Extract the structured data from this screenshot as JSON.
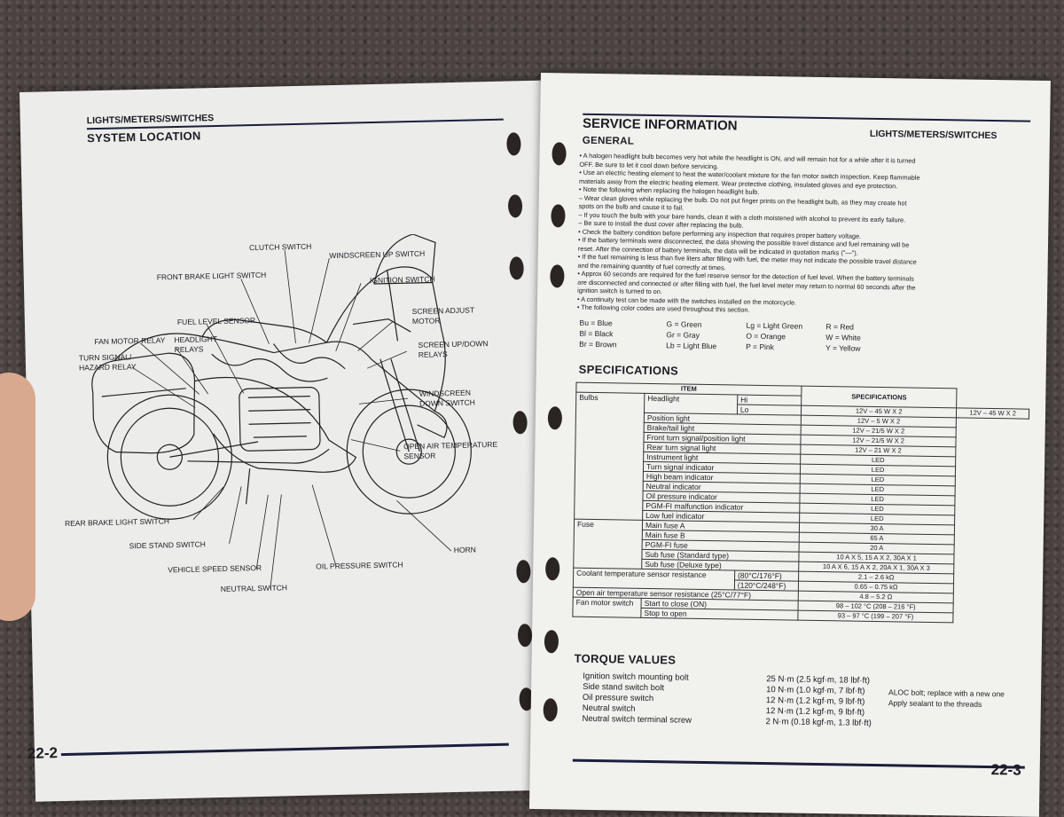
{
  "left_page": {
    "header": "LIGHTS/METERS/SWITCHES",
    "title": "SYSTEM LOCATION",
    "page_number": "22-2",
    "callouts": {
      "clutch_switch": "CLUTCH SWITCH",
      "front_brake_light_switch": "FRONT BRAKE LIGHT SWITCH",
      "windscreen_up_switch": "WINDSCREEN UP SWITCH",
      "ignition_switch": "IGNITION SWITCH",
      "fuel_level_sensor": "FUEL LEVEL SENSOR",
      "screen_adjust_motor_1": "SCREEN ADJUST",
      "screen_adjust_motor_2": "MOTOR",
      "fan_motor_relay": "FAN MOTOR RELAY",
      "headlight_relays_1": "HEADLIGHT",
      "headlight_relays_2": "RELAYS",
      "turn_signal_1": "TURN SIGNAL/",
      "turn_signal_2": "HAZARD RELAY",
      "screen_updown_1": "SCREEN UP/DOWN",
      "screen_updown_2": "RELAYS",
      "windscreen_down_1": "WINDSCREEN",
      "windscreen_down_2": "DOWN SWITCH",
      "open_air_1": "OPEN AIR TEMPERATURE",
      "open_air_2": "SENSOR",
      "rear_brake_light_switch": "REAR BRAKE LIGHT SWITCH",
      "side_stand_switch": "SIDE STAND SWITCH",
      "horn": "HORN",
      "vehicle_speed_sensor": "VEHICLE SPEED SENSOR",
      "oil_pressure_switch": "OIL PRESSURE SWITCH",
      "neutral_switch": "NEUTRAL SWITCH"
    }
  },
  "right_page": {
    "title": "SERVICE INFORMATION",
    "header": "LIGHTS/METERS/SWITCHES",
    "page_number": "22-3",
    "general": {
      "heading": "GENERAL",
      "lines": [
        "• A halogen headlight bulb becomes very hot while the headlight is ON, and will remain hot for a while after it is turned",
        "  OFF. Be sure to let it cool down before servicing.",
        "• Use an electric heating element to heat the water/coolant mixture for the fan motor switch inspection. Keep flammable",
        "  materials away from the electric heating element. Wear protective clothing, insulated gloves and eye protection.",
        "• Note the following when replacing the halogen headlight bulb.",
        "  – Wear clean gloves while replacing the bulb. Do not put finger prints on the headlight bulb, as they may create hot",
        "    spots on the bulb and cause it to fail.",
        "  – If you touch the bulb with your bare hands, clean it with a cloth moistened with alcohol to prevent its early failure.",
        "  – Be sure to install the dust cover after replacing the bulb.",
        "• Check the battery condition before performing any inspection that requires proper battery voltage.",
        "• If the battery terminals were disconnected, the data showing the possible travel distance and fuel remaining will be",
        "  reset. After the connection of battery terminals, the data will be indicated in quotation marks (\"—\").",
        "• If the fuel remaining is less than five liters after filling with fuel, the meter may not indicate the possible travel distance",
        "  and the remaining quantity of fuel correctly at times.",
        "• Approx 60 seconds are required for the fuel reserve sensor for the detection of fuel level. When the battery terminals",
        "  are disconnected and connected or after filling with fuel, the fuel level meter may return to normal 60 seconds after the",
        "  ignition switch is turned to on.",
        "• A continuity test can be made with the switches installed on the motorcycle.",
        "• The following color codes are used throughout this section."
      ]
    },
    "color_codes": [
      [
        "Bu = Blue",
        "Bl = Black",
        "Br = Brown"
      ],
      [
        "G = Green",
        "Gr = Gray",
        "Lb = Light Blue"
      ],
      [
        "Lg = Light Green",
        "O = Orange",
        "P = Pink"
      ],
      [
        "R = Red",
        "W = White",
        "Y = Yellow"
      ]
    ],
    "specifications": {
      "heading": "SPECIFICATIONS",
      "col_item": "ITEM",
      "col_specs": "SPECIFICATIONS",
      "bulbs_label": "Bulbs",
      "headlight": "Headlight",
      "hi": "Hi",
      "lo": "Lo",
      "hi_val": "12V – 45 W X 2",
      "lo_val": "12V – 45 W X 2",
      "bulb_rows": [
        [
          "Position light",
          "12V – 5 W X 2"
        ],
        [
          "Brake/tail light",
          "12V – 21/5 W X 2"
        ],
        [
          "Front turn signal/position light",
          "12V – 21/5 W X 2"
        ],
        [
          "Rear turn signal light",
          "12V – 21 W X 2"
        ],
        [
          "Instrument light",
          "LED"
        ],
        [
          "Turn signal indicator",
          "LED"
        ],
        [
          "High beam indicator",
          "LED"
        ],
        [
          "Neutral indicator",
          "LED"
        ],
        [
          "Oil pressure indicator",
          "LED"
        ],
        [
          "PGM-FI malfunction indicator",
          "LED"
        ],
        [
          "Low fuel indicator",
          "LED"
        ]
      ],
      "fuse_label": "Fuse",
      "fuse_rows": [
        [
          "Main fuse A",
          "30 A"
        ],
        [
          "Main fuse B",
          "65 A"
        ],
        [
          "PGM-FI fuse",
          "20 A"
        ],
        [
          "Sub fuse (Standard type)",
          "10 A X 5, 15 A X 2, 30A X 1"
        ],
        [
          "Sub fuse (Deluxe type)",
          "10 A X 6, 15 A X 2, 20A X 1, 30A X 3"
        ]
      ],
      "coolant_label": "Coolant temperature sensor resistance",
      "coolant_80": "(80°C/176°F)",
      "coolant_80_val": "2.1 – 2.6 kΩ",
      "coolant_120": "(120°C/248°F)",
      "coolant_120_val": "0.65 – 0.75 kΩ",
      "open_air_label": "Open air temperature sensor resistance (25°C/77°F)",
      "open_air_val": "4.8 – 5.2 Ω",
      "fan_label": "Fan motor switch",
      "fan_start": "Start to close (ON)",
      "fan_start_val": "98 – 102 °C (208 – 216 °F)",
      "fan_stop": "Stop to open",
      "fan_stop_val": "93 – 97 °C (199 – 207 °F)"
    },
    "torque": {
      "heading": "TORQUE VALUES",
      "rows": [
        [
          "Ignition switch mounting bolt",
          "25 N·m (2.5 kgf·m, 18 lbf·ft)",
          ""
        ],
        [
          "Side stand switch bolt",
          "10 N·m (1.0 kgf·m, 7 lbf·ft)",
          "ALOC bolt; replace with a new one"
        ],
        [
          "Oil pressure switch",
          "12 N·m (1.2 kgf·m, 9 lbf·ft)",
          "Apply sealant to the threads"
        ],
        [
          "Neutral switch",
          "12 N·m (1.2 kgf·m, 9 lbf·ft)",
          ""
        ],
        [
          "Neutral switch terminal screw",
          "2 N·m (0.18 kgf·m, 1.3 lbf·ft)",
          ""
        ]
      ]
    }
  }
}
